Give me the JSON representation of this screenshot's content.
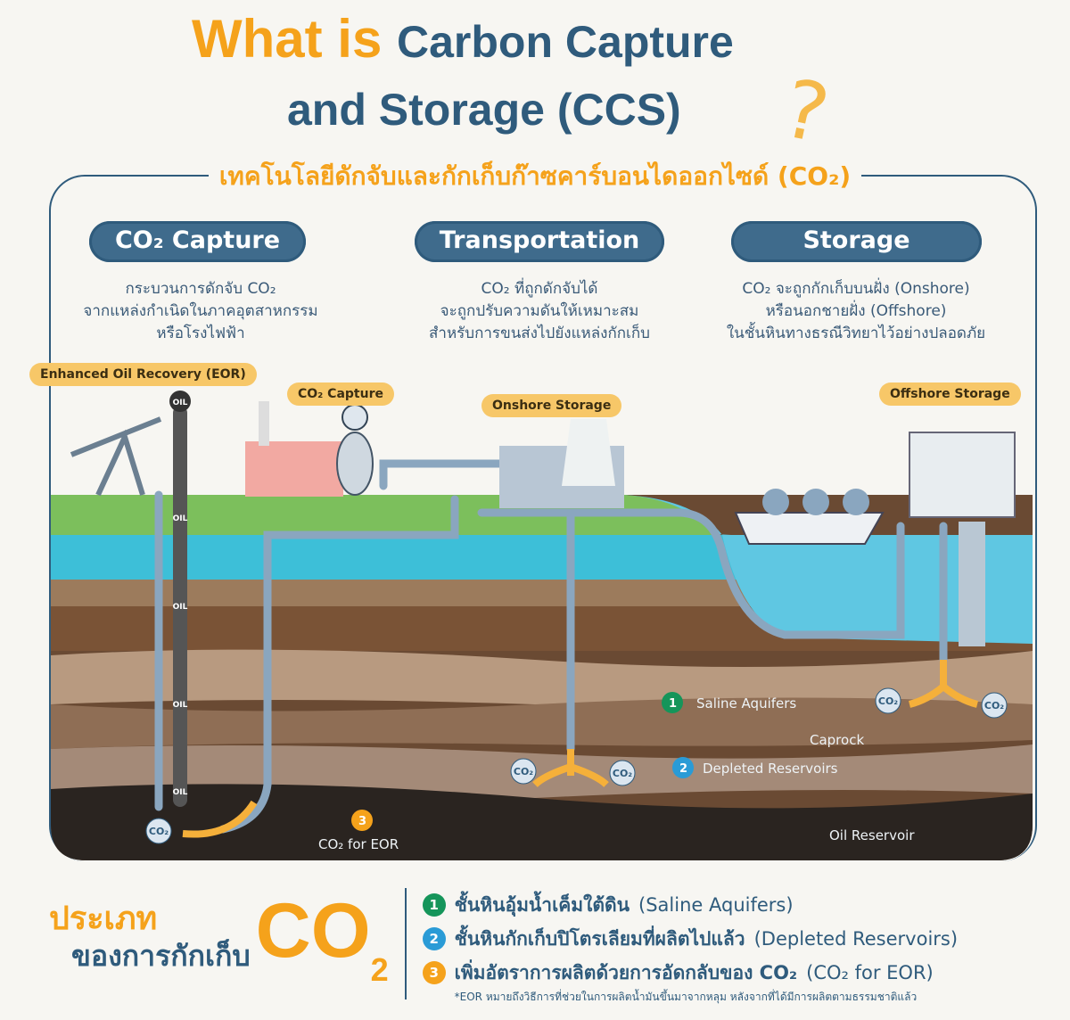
{
  "header": {
    "title_prefix": "What is",
    "title_line1": "Carbon Capture",
    "title_line2": "and Storage (CCS)",
    "question_mark": "?",
    "subtitle": "เทคโนโลยีดักจับและกักเก็บก๊าซคาร์บอนไดออกไซด์ (CO₂)"
  },
  "stages": [
    {
      "title": "CO₂ Capture",
      "lines": [
        "กระบวนการดักจับ CO₂",
        "จากแหล่งกำเนิดในภาคอุตสาหกรรม",
        "หรือโรงไฟฟ้า"
      ]
    },
    {
      "title": "Transportation",
      "lines": [
        "CO₂ ที่ถูกดักจับได้",
        "จะถูกปรับความดันให้เหมาะสม",
        "สำหรับการขนส่งไปยังแหล่งกักเก็บ"
      ]
    },
    {
      "title": "Storage",
      "lines": [
        "CO₂ จะถูกกักเก็บบนฝั่ง (Onshore)",
        "หรือนอกชายฝั่ง (Offshore)",
        "ในชั้นหินทางธรณีวิทยาไว้อย่างปลอดภัย"
      ]
    }
  ],
  "diagram": {
    "labels": {
      "eor": "Enhanced Oil Recovery (EOR)",
      "capture": "CO₂ Capture",
      "onshore": "Onshore Storage",
      "offshore": "Offshore Storage",
      "saline": "Saline Aquifers",
      "caprock": "Caprock",
      "depleted": "Depleted Reservoirs",
      "oil_reservoir": "Oil Reservoir",
      "co2_for_eor": "CO₂ for EOR",
      "oil": "OIL",
      "co2": "CO₂"
    },
    "colors": {
      "orange": "#f5a21b",
      "blue": "#2f5b7c",
      "green": "#15955a",
      "lightblue": "#2a9bd6"
    }
  },
  "types": {
    "heading1": "ประเภท",
    "heading2": "ของการกักเก็บ",
    "co": "CO",
    "sub": "2",
    "items": [
      {
        "num": "1",
        "thai": "ชั้นหินอุ้มน้ำเค็มใต้ดิน",
        "en": "(Saline Aquifers)"
      },
      {
        "num": "2",
        "thai": "ชั้นหินกักเก็บปิโตรเลียมที่ผลิตไปแล้ว",
        "en": "(Depleted Reservoirs)"
      },
      {
        "num": "3",
        "thai": "เพิ่มอัตราการผลิตด้วยการอัดกลับของ CO₂",
        "en": "(CO₂ for EOR)"
      }
    ],
    "note": "*EOR หมายถึงวิธีการที่ช่วยในการผลิตน้ำมันขึ้นมาจากหลุม หลังจากที่ได้มีการผลิตตามธรรมชาติแล้ว"
  }
}
